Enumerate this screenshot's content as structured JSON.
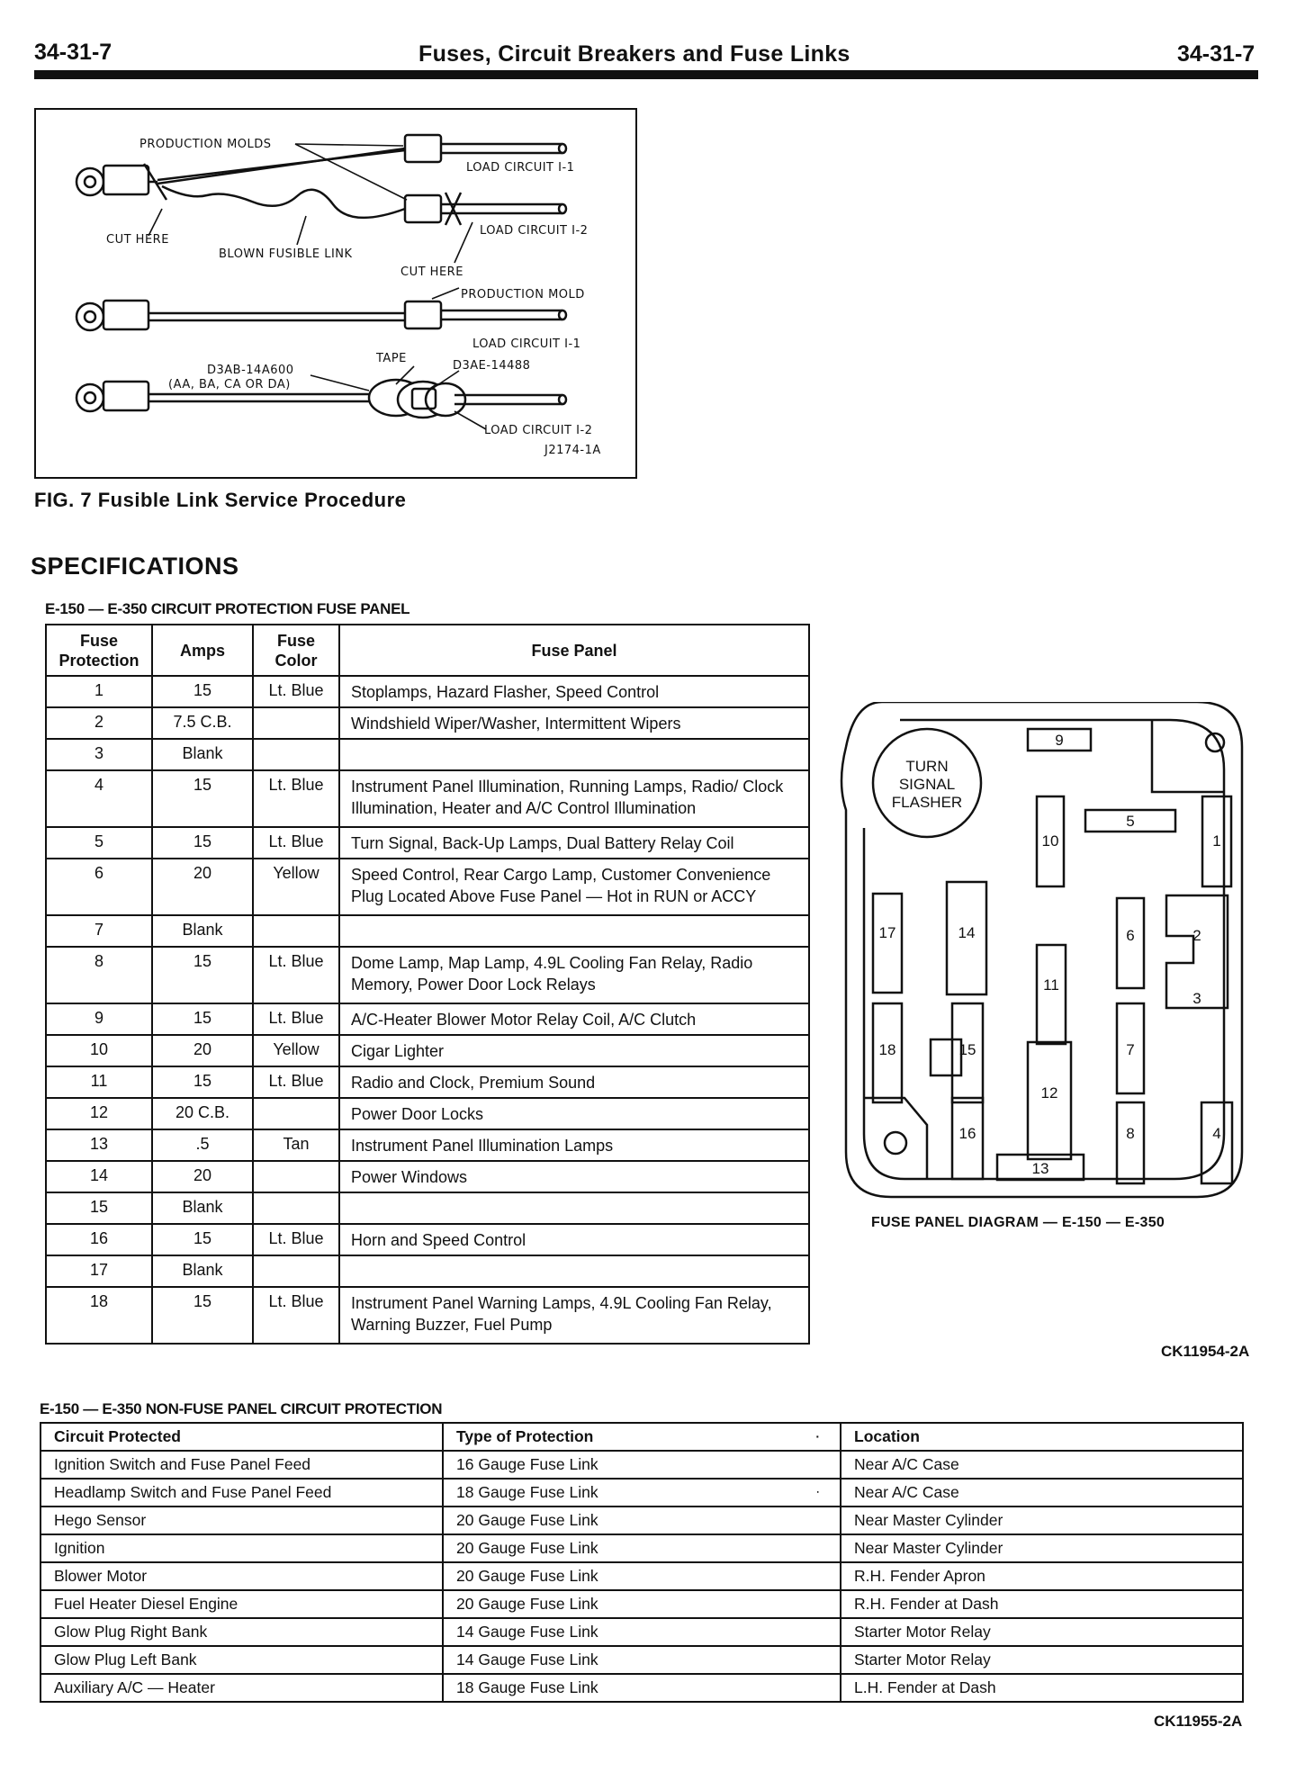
{
  "header": {
    "page_left": "34-31-7",
    "title": "Fuses, Circuit Breakers and Fuse Links",
    "page_right": "34-31-7"
  },
  "figure7": {
    "labels": {
      "production_molds": "PRODUCTION MOLDS",
      "load_circuit_1_1_a": "LOAD CIRCUIT I-1",
      "load_circuit_1_2_a": "LOAD CIRCUIT I-2",
      "cut_here_left": "CUT HERE",
      "blown_fusible_link": "BLOWN FUSIBLE LINK",
      "cut_here_right": "CUT HERE",
      "production_mold": "PRODUCTION MOLD",
      "load_circuit_1_1_b": "LOAD CIRCUIT I-1",
      "tape": "TAPE",
      "part_d3ab_line1": "D3AB-14A600",
      "part_d3ab_line2": "(AA, BA, CA OR DA)",
      "part_d3ae": "D3AE-14488",
      "load_circuit_1_2_b": "LOAD CIRCUIT I-2",
      "figure_code": "J2174-1A"
    },
    "caption": "FIG. 7 Fusible Link Service Procedure"
  },
  "specifications_heading": "SPECIFICATIONS",
  "fuse_table": {
    "title": "E-150 — E-350 CIRCUIT PROTECTION FUSE PANEL",
    "headers": {
      "protection_l1": "Fuse",
      "protection_l2": "Protection",
      "amps": "Amps",
      "color_l1": "Fuse",
      "color_l2": "Color",
      "panel": "Fuse Panel"
    },
    "rows": [
      {
        "no": "1",
        "amps": "15",
        "color": "Lt. Blue",
        "panel": "Stoplamps, Hazard Flasher, Speed Control"
      },
      {
        "no": "2",
        "amps": "7.5 C.B.",
        "color": "",
        "panel": "Windshield Wiper/Washer, Intermittent Wipers"
      },
      {
        "no": "3",
        "amps": "Blank",
        "color": "",
        "panel": ""
      },
      {
        "no": "4",
        "amps": "15",
        "color": "Lt. Blue",
        "panel": "Instrument Panel Illumination, Running Lamps, Radio/ Clock Illumination, Heater and A/C Control Illumination"
      },
      {
        "no": "5",
        "amps": "15",
        "color": "Lt. Blue",
        "panel": "Turn Signal, Back-Up Lamps, Dual Battery Relay Coil"
      },
      {
        "no": "6",
        "amps": "20",
        "color": "Yellow",
        "panel": "Speed Control, Rear Cargo Lamp, Customer Convenience Plug Located Above Fuse Panel — Hot in RUN or ACCY"
      },
      {
        "no": "7",
        "amps": "Blank",
        "color": "",
        "panel": ""
      },
      {
        "no": "8",
        "amps": "15",
        "color": "Lt. Blue",
        "panel": "Dome Lamp, Map Lamp, 4.9L Cooling Fan Relay, Radio Memory, Power Door Lock Relays"
      },
      {
        "no": "9",
        "amps": "15",
        "color": "Lt. Blue",
        "panel": "A/C-Heater Blower Motor Relay Coil, A/C Clutch"
      },
      {
        "no": "10",
        "amps": "20",
        "color": "Yellow",
        "panel": "Cigar Lighter"
      },
      {
        "no": "11",
        "amps": "15",
        "color": "Lt. Blue",
        "panel": "Radio and Clock, Premium Sound"
      },
      {
        "no": "12",
        "amps": "20 C.B.",
        "color": "",
        "panel": "Power Door Locks"
      },
      {
        "no": "13",
        "amps": ".5",
        "color": "Tan",
        "panel": "Instrument Panel Illumination Lamps"
      },
      {
        "no": "14",
        "amps": "20",
        "color": "",
        "panel": "Power Windows"
      },
      {
        "no": "15",
        "amps": "Blank",
        "color": "",
        "panel": ""
      },
      {
        "no": "16",
        "amps": "15",
        "color": "Lt. Blue",
        "panel": "Horn and Speed Control"
      },
      {
        "no": "17",
        "amps": "Blank",
        "color": "",
        "panel": ""
      },
      {
        "no": "18",
        "amps": "15",
        "color": "Lt. Blue",
        "panel": "Instrument Panel Warning Lamps, 4.9L Cooling Fan Relay, Warning Buzzer, Fuel Pump"
      }
    ]
  },
  "fuse_diagram": {
    "flasher_l1": "TURN",
    "flasher_l2": "SIGNAL",
    "flasher_l3": "FLASHER",
    "slots": [
      "1",
      "2",
      "3",
      "4",
      "5",
      "6",
      "7",
      "8",
      "9",
      "10",
      "11",
      "12",
      "13",
      "14",
      "15",
      "16",
      "17",
      "18"
    ],
    "caption": "FUSE PANEL DIAGRAM — E-150 — E-350"
  },
  "code_1": "CK11954-2A",
  "nonfuse_table": {
    "title": "E-150 — E-350 NON-FUSE PANEL CIRCUIT PROTECTION",
    "headers": [
      "Circuit Protected",
      "Type of Protection",
      "Location"
    ],
    "rows": [
      [
        "Ignition Switch and Fuse Panel Feed",
        "16 Gauge Fuse Link",
        "Near A/C Case"
      ],
      [
        "Headlamp Switch and Fuse Panel Feed",
        "18 Gauge Fuse Link",
        "Near A/C Case"
      ],
      [
        "Hego Sensor",
        "20 Gauge Fuse Link",
        "Near Master Cylinder"
      ],
      [
        "Ignition",
        "20 Gauge Fuse Link",
        "Near Master Cylinder"
      ],
      [
        "Blower Motor",
        "20 Gauge Fuse Link",
        "R.H. Fender Apron"
      ],
      [
        "Fuel Heater Diesel Engine",
        "20 Gauge Fuse Link",
        "R.H. Fender at Dash"
      ],
      [
        "Glow Plug Right Bank",
        "14 Gauge Fuse Link",
        "Starter Motor Relay"
      ],
      [
        "Glow Plug Left Bank",
        "14 Gauge Fuse Link",
        "Starter Motor Relay"
      ],
      [
        "Auxiliary A/C — Heater",
        "18 Gauge Fuse Link",
        "L.H. Fender at Dash"
      ]
    ]
  },
  "code_2": "CK11955-2A"
}
